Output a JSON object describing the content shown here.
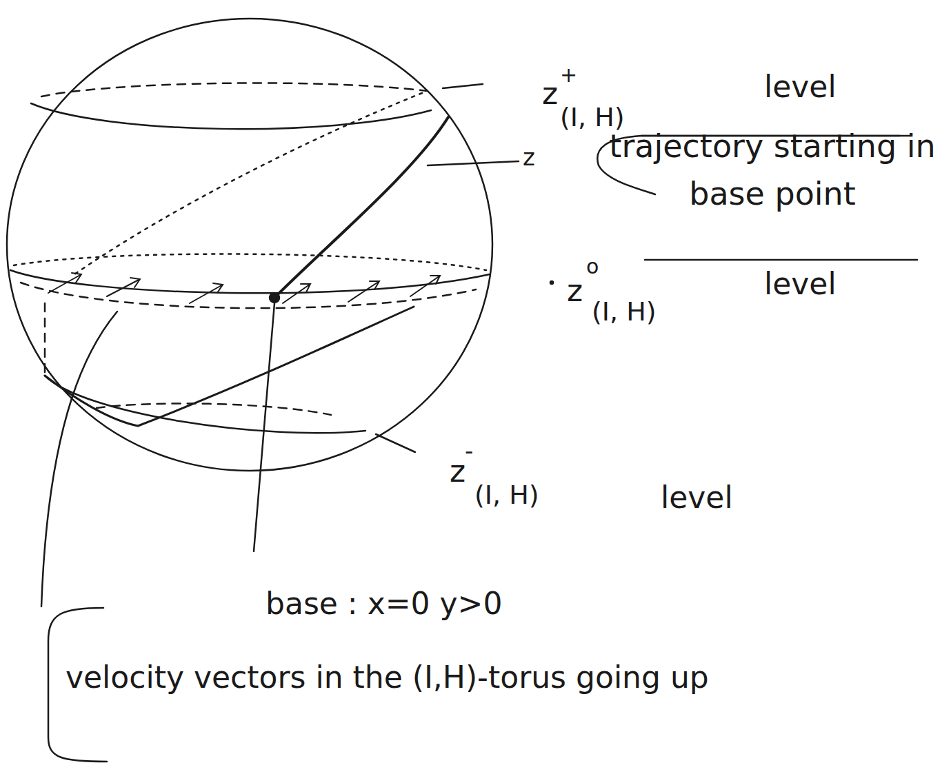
{
  "diagram": {
    "labels": [
      "z",
      "+",
      "(I, H)",
      "level",
      "z",
      "trajectory starting in base point",
      "z",
      "o",
      "(I, H)",
      "level",
      "z",
      "-",
      "(I, H)",
      "level",
      "base : x=0 y>0",
      "velocity vectors in the (I,H)-torus going up"
    ]
  }
}
